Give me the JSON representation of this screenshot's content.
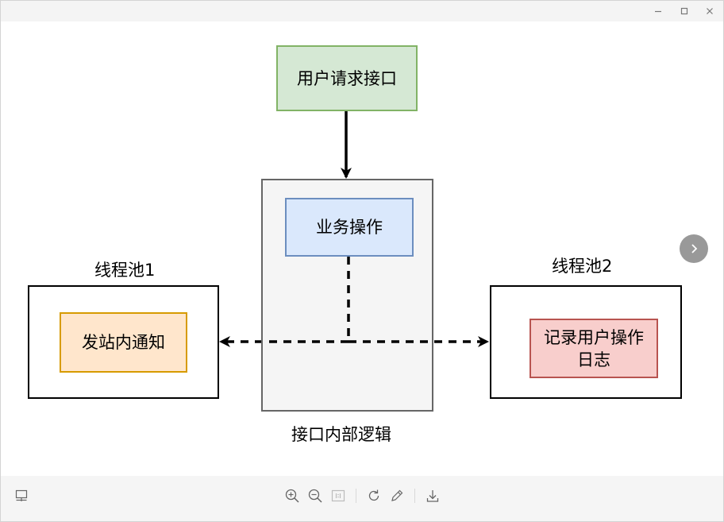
{
  "window": {
    "controls": [
      "minimize-icon",
      "maximize-icon",
      "close-icon"
    ]
  },
  "diagram": {
    "nodes": {
      "user_request": "用户请求接口",
      "business_op": "业务操作",
      "site_notice": "发站内通知",
      "record_log": "记录用户操作日志"
    },
    "labels": {
      "pool1": "线程池1",
      "pool2": "线程池2",
      "api_logic": "接口内部逻辑"
    },
    "colors": {
      "green_fill": "#d5e8d4",
      "green_stroke": "#82b366",
      "blue_fill": "#dae8fc",
      "blue_stroke": "#6c8ebf",
      "orange_fill": "#ffe6cc",
      "orange_stroke": "#d79b00",
      "red_fill": "#f8cecc",
      "red_stroke": "#b85450",
      "grey_fill": "#f5f5f5",
      "grey_stroke": "#666666"
    }
  },
  "toolbar": {
    "icons": [
      "layout-icon",
      "zoom-in-icon",
      "zoom-out-icon",
      "actual-size-icon",
      "rotate-icon",
      "edit-icon",
      "download-icon"
    ]
  }
}
